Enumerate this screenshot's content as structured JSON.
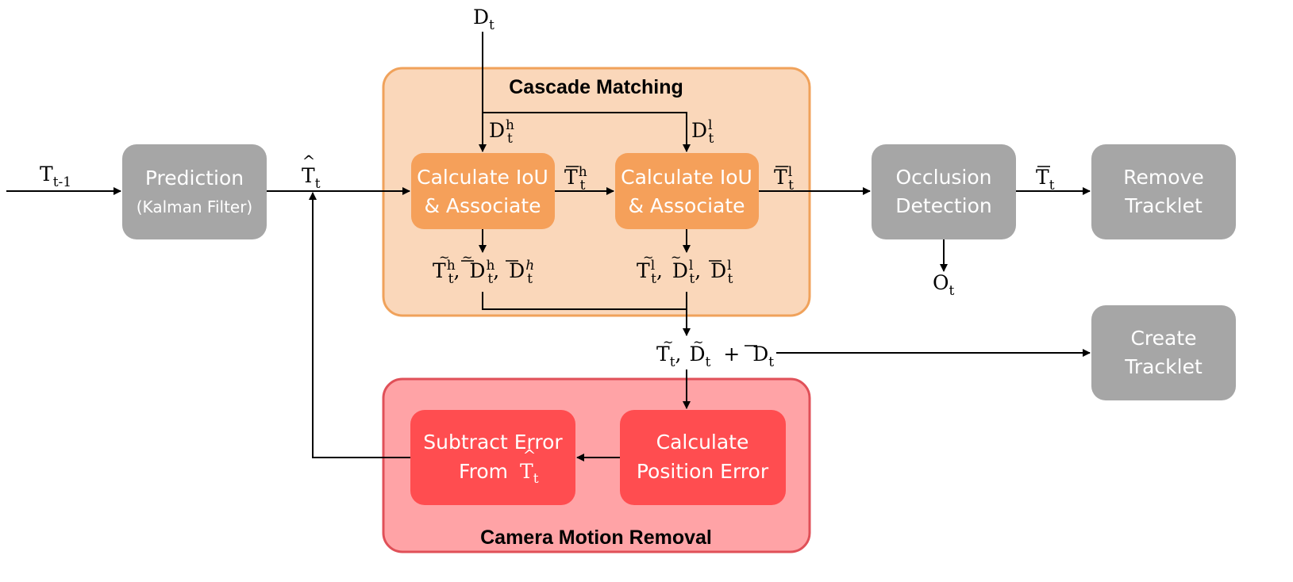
{
  "groups": {
    "cascade": {
      "title": "Cascade Matching",
      "fill": "#FAD7BA",
      "stroke": "#F0A25B"
    },
    "camera": {
      "title": "Camera Motion Removal",
      "fill": "#FFA3A6",
      "stroke": "#E05058"
    }
  },
  "nodes": {
    "prediction": {
      "line1": "Prediction",
      "line2": "(Kalman Filter)"
    },
    "iou_high": {
      "line1": "Calculate IoU",
      "line2": "& Associate"
    },
    "iou_low": {
      "line1": "Calculate IoU",
      "line2": "& Associate"
    },
    "occlusion": {
      "line1": "Occlusion",
      "line2": "Detection"
    },
    "remove": {
      "line1": "Remove",
      "line2": "Tracklet"
    },
    "create": {
      "line1": "Create",
      "line2": "Tracklet"
    },
    "subtract": {
      "line1": "Subtract Error",
      "line2": "From"
    },
    "position": {
      "line1": "Calculate",
      "line2": "Position Error"
    }
  },
  "colors": {
    "gray_box": "#A6A6A6",
    "orange_box": "#F5A05A",
    "red_box": "#FF4D50"
  },
  "symbols": {
    "T": "T",
    "D": "D",
    "O": "O",
    "sub_t": "t",
    "sub_t_minus_1": "t-1",
    "sup_h": "h",
    "sup_l": "l",
    "comma": ",",
    "plus": "+"
  }
}
